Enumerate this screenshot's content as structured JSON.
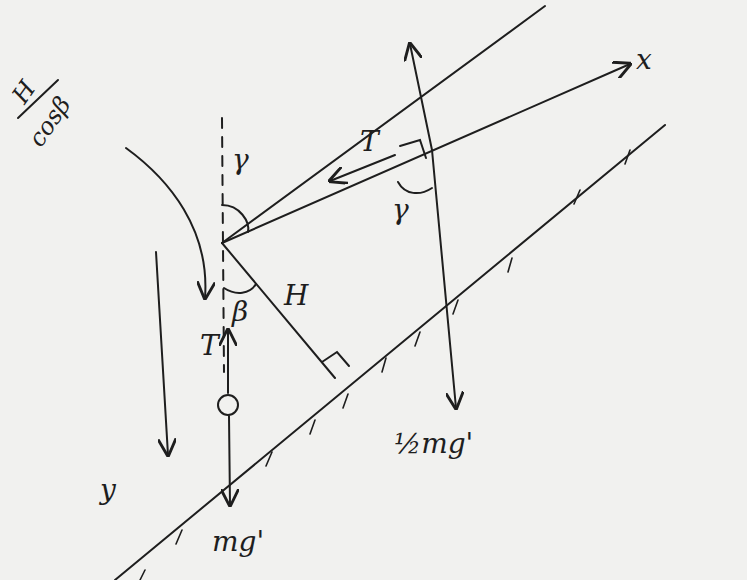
{
  "diagram": {
    "labels": [
      "H",
      "cosβ",
      "γ",
      "γ",
      "T",
      "x",
      "β",
      "H",
      "T",
      "y",
      "mg'",
      "½mg'"
    ]
  }
}
